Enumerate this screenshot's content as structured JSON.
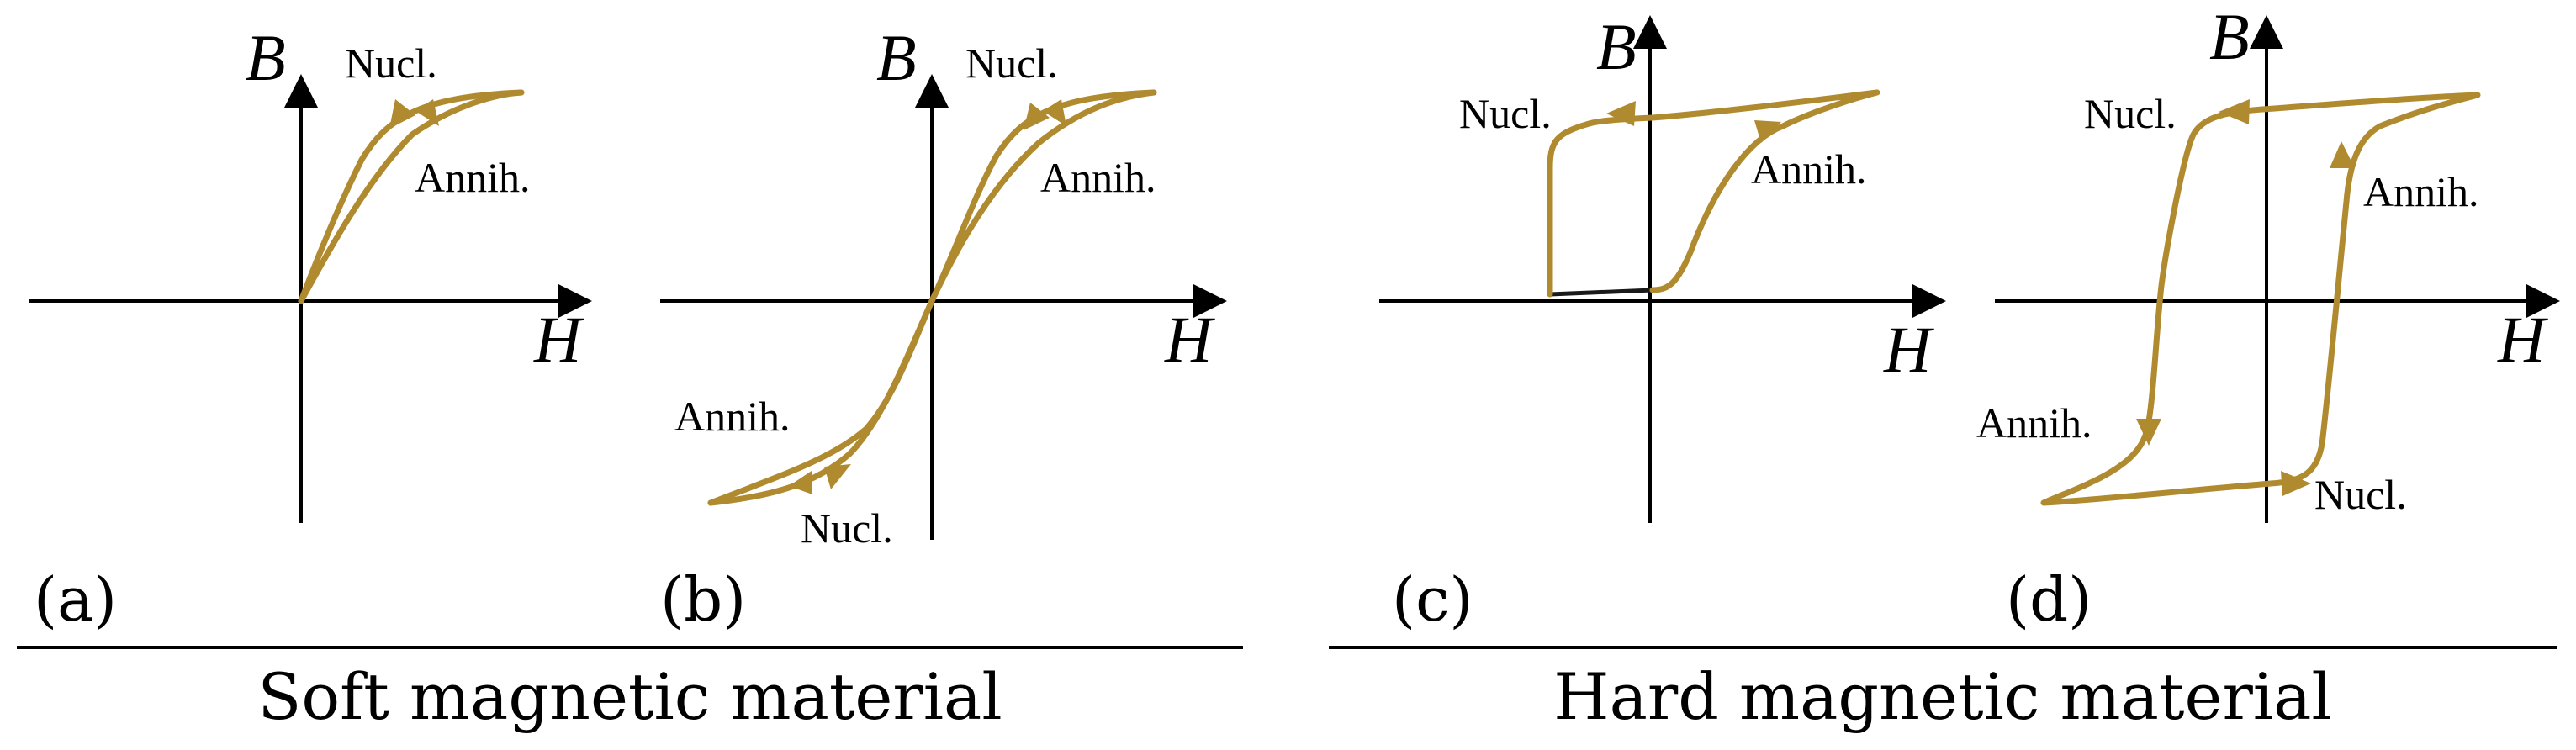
{
  "colors": {
    "loop": "#B08A2E",
    "axis": "#000000",
    "minor_loop": "#1a1a1a"
  },
  "axis_labels": {
    "vertical": "B",
    "horizontal": "H"
  },
  "panels": [
    {
      "label": "(a)",
      "annotations": [
        "Nucl.",
        "Annih."
      ]
    },
    {
      "label": "(b)",
      "annotations": [
        "Nucl.",
        "Annih.",
        "Annih.",
        "Nucl."
      ]
    },
    {
      "label": "(c)",
      "annotations": [
        "Nucl.",
        "Annih."
      ]
    },
    {
      "label": "(d)",
      "annotations": [
        "Nucl.",
        "Annih.",
        "Annih.",
        "Nucl."
      ]
    }
  ],
  "captions": {
    "soft": "Soft magnetic material",
    "hard": "Hard magnetic material"
  }
}
